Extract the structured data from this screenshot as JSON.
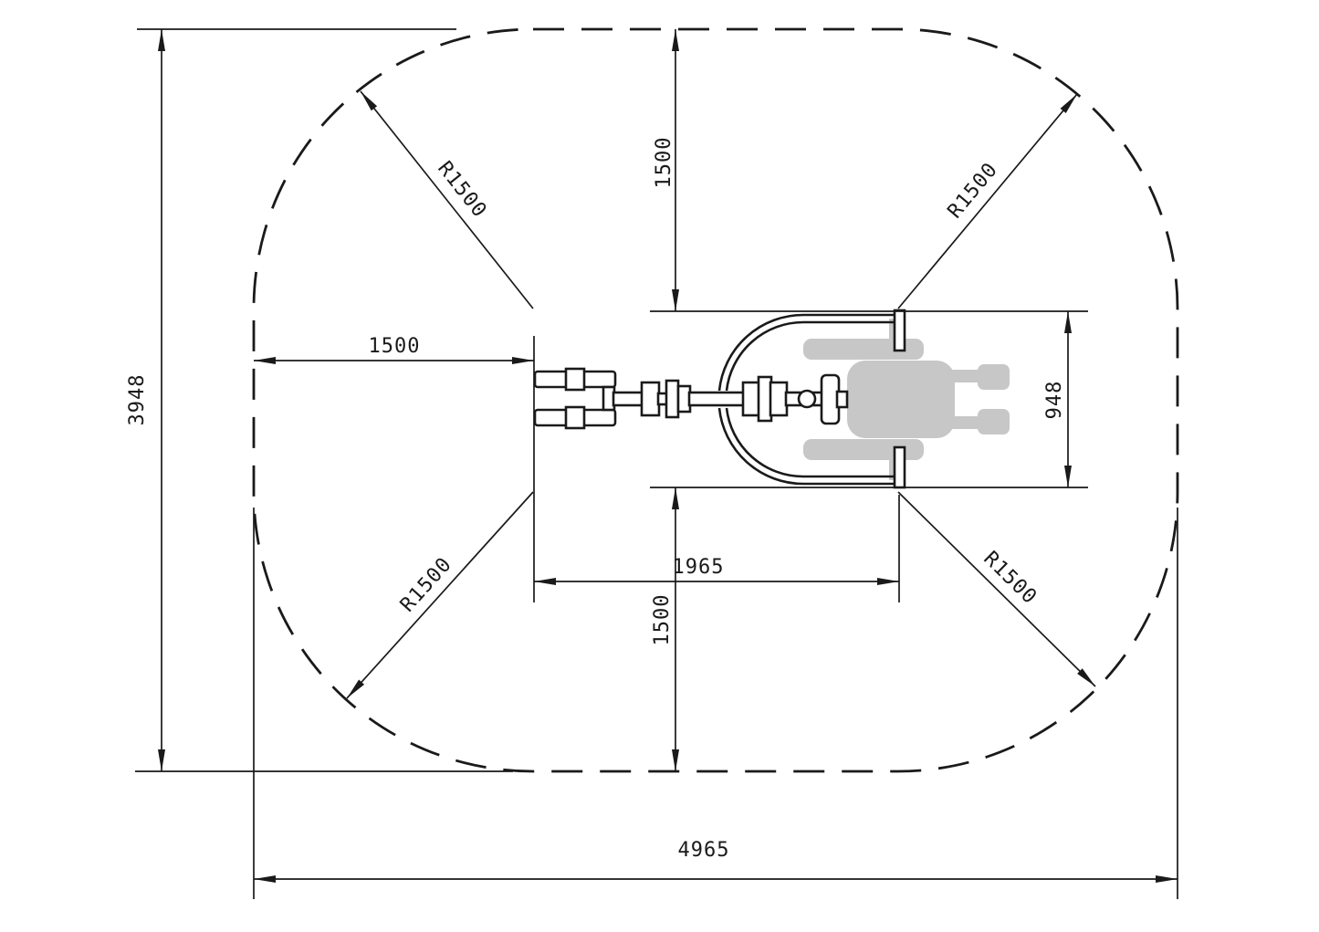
{
  "drawing": {
    "background_color": "#ffffff",
    "line_color": "#1a1a1a",
    "ghost_color": "#c7c7c7",
    "dimensions": {
      "total_height": "3948",
      "total_width": "4965",
      "clearance_top": "1500",
      "clearance_left": "1500",
      "clearance_bottom": "1500",
      "device_length": "1965",
      "device_width": "948",
      "radius_top_left": "R1500",
      "radius_top_right": "R1500",
      "radius_bottom_left": "R1500",
      "radius_bottom_right": "R1500"
    }
  }
}
